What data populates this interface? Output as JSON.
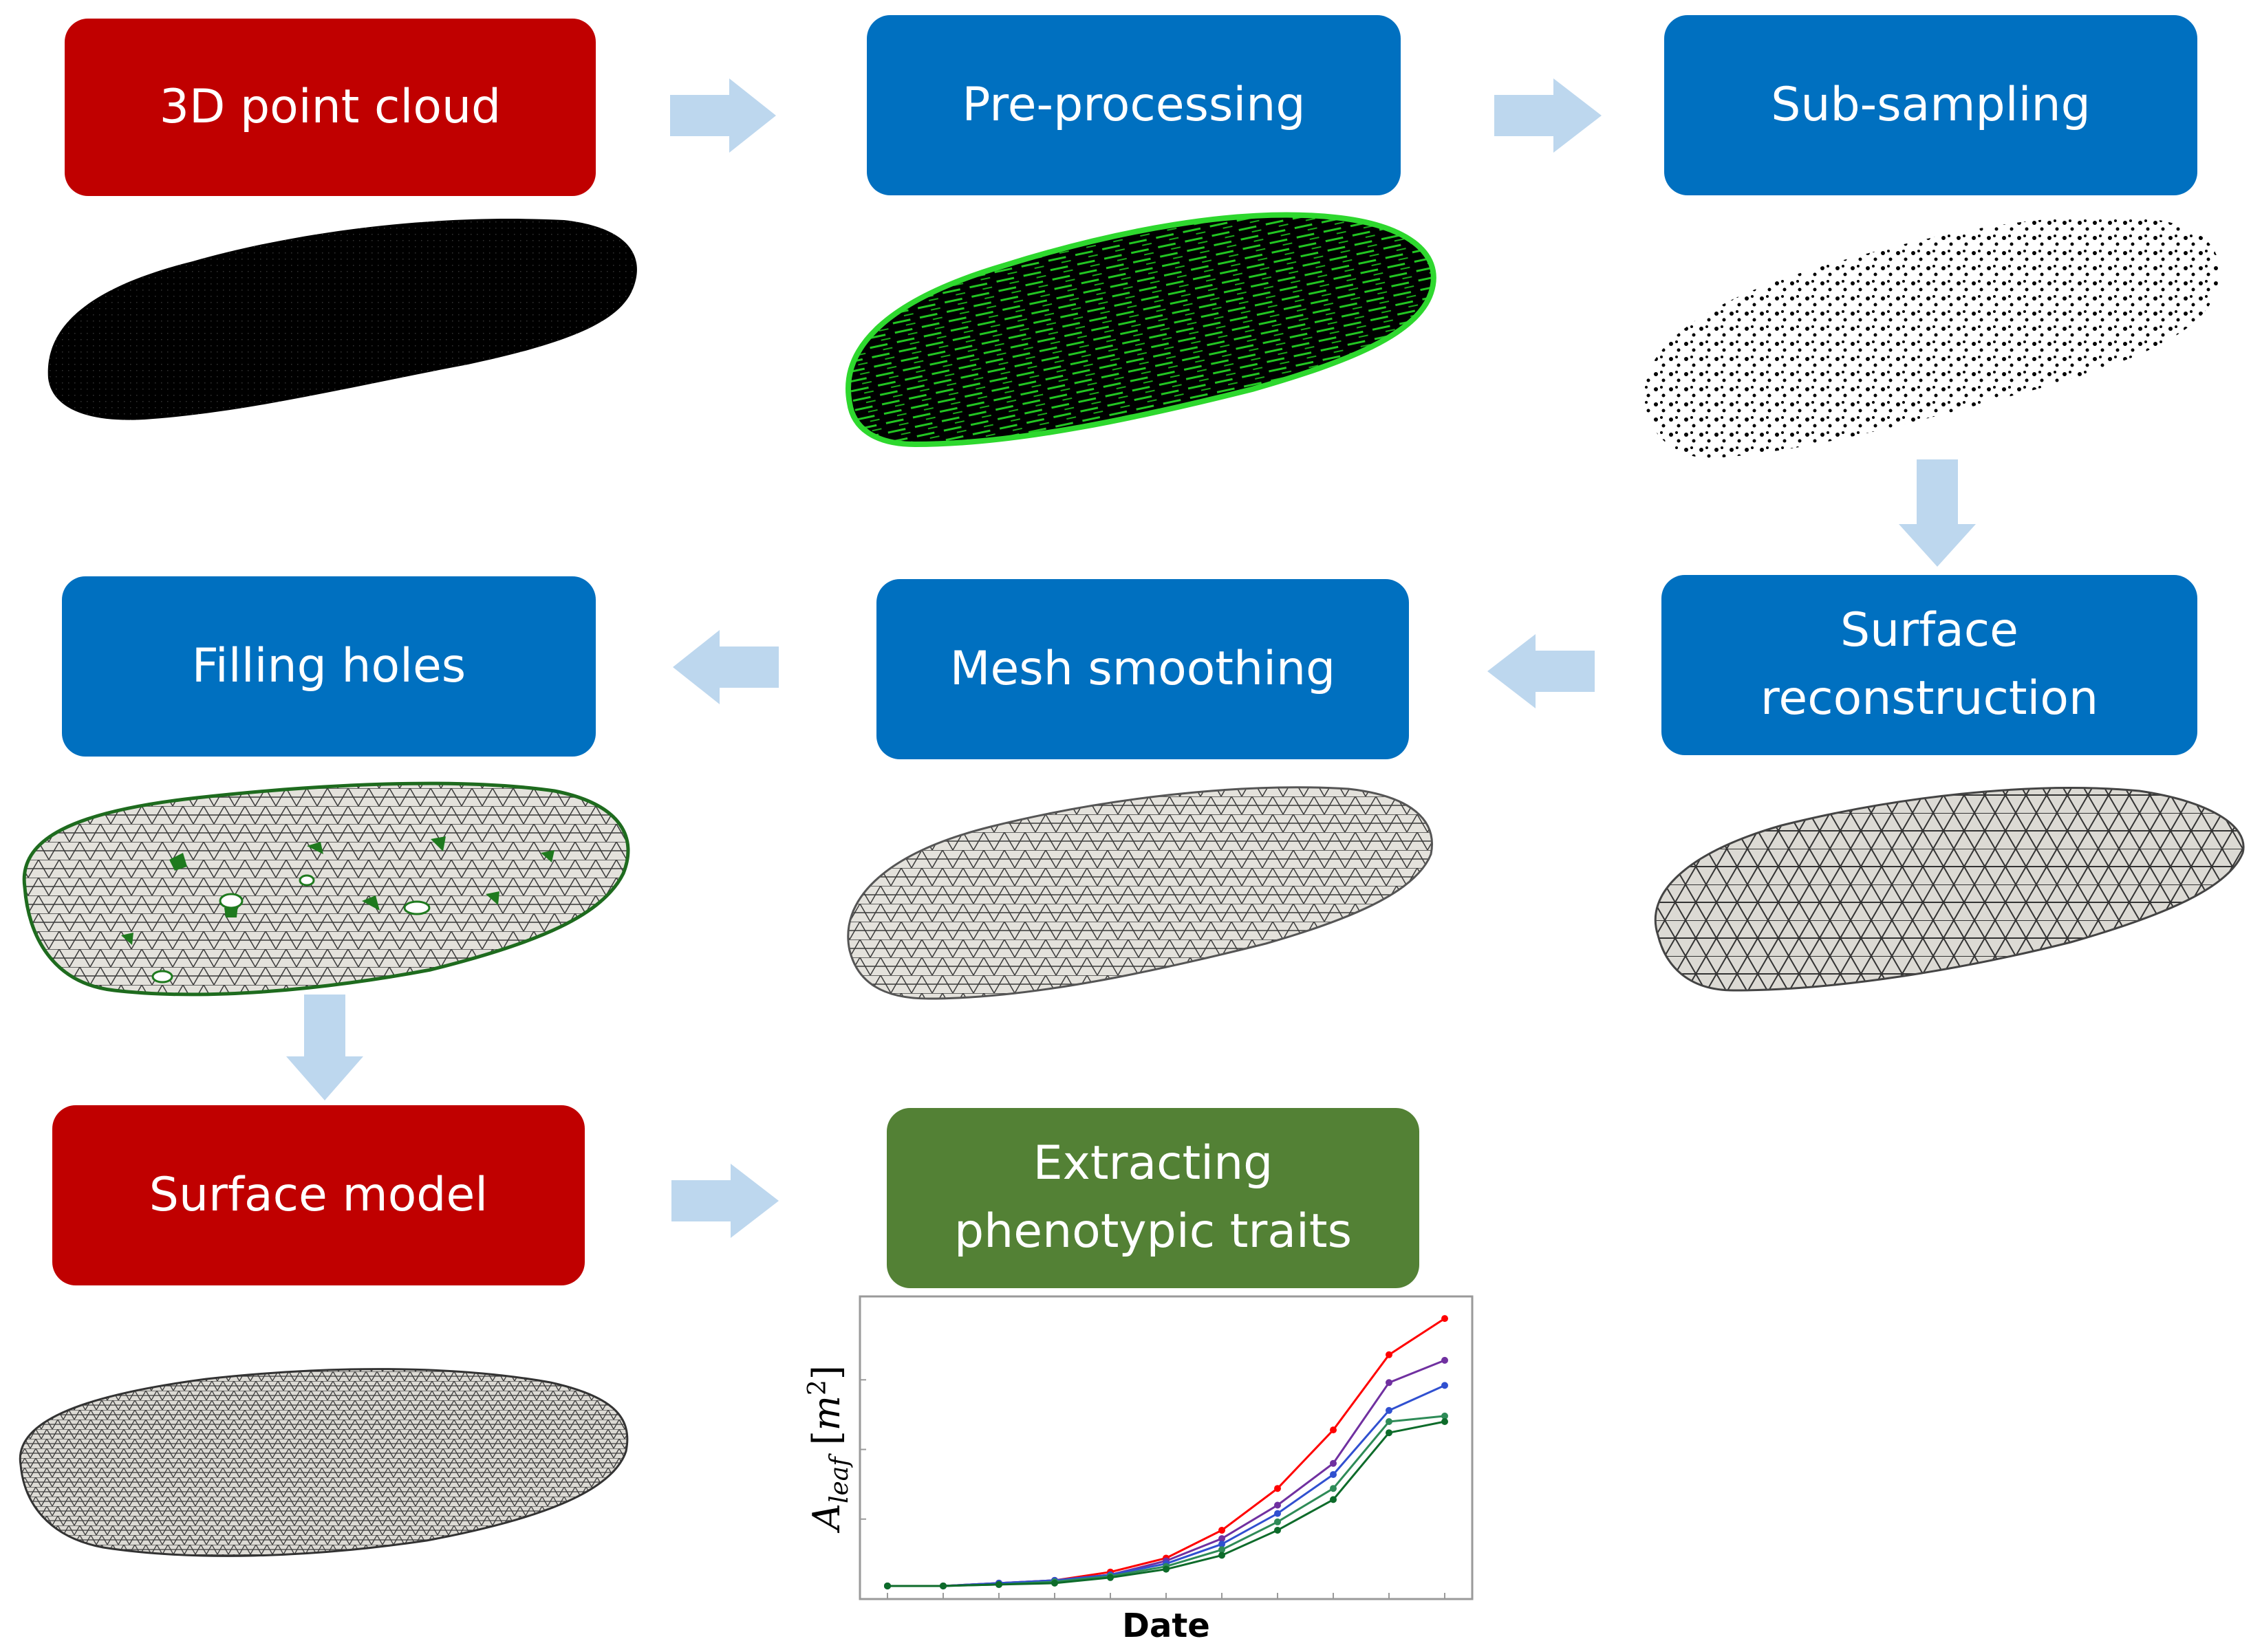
{
  "steps": {
    "point_cloud": "3D point cloud",
    "preprocessing": "Pre-processing",
    "subsampling": "Sub-sampling",
    "surface_reconstruction": [
      "Surface",
      "reconstruction"
    ],
    "mesh_smoothing": "Mesh smoothing",
    "filling_holes": "Filling holes",
    "surface_model": "Surface model",
    "extracting_traits": [
      "Extracting",
      "phenotypic traits"
    ]
  },
  "colors": {
    "input_output": "#c00000",
    "process": "#0070c0",
    "analysis": "#538135",
    "arrow": "#bdd7ee"
  },
  "chart_data": {
    "type": "line",
    "xlabel": "Date",
    "ylabel": "A_leaf [m^2]",
    "x": [
      1,
      2,
      3,
      4,
      5,
      6,
      7,
      8,
      9,
      10,
      11
    ],
    "ylim": [
      0,
      1
    ],
    "series": [
      {
        "color": "#ff0000",
        "values": [
          0.01,
          0.01,
          0.02,
          0.03,
          0.06,
          0.11,
          0.21,
          0.36,
          0.57,
          0.84,
          0.97
        ]
      },
      {
        "color": "#7030a0",
        "values": [
          0.01,
          0.01,
          0.02,
          0.03,
          0.05,
          0.1,
          0.18,
          0.3,
          0.45,
          0.74,
          0.82
        ]
      },
      {
        "color": "#3050d0",
        "values": [
          0.01,
          0.01,
          0.02,
          0.03,
          0.05,
          0.09,
          0.16,
          0.27,
          0.41,
          0.64,
          0.73
        ]
      },
      {
        "color": "#2e8b57",
        "values": [
          0.01,
          0.01,
          0.015,
          0.025,
          0.045,
          0.08,
          0.14,
          0.24,
          0.36,
          0.6,
          0.62
        ]
      },
      {
        "color": "#0d6b2a",
        "values": [
          0.01,
          0.01,
          0.015,
          0.02,
          0.04,
          0.07,
          0.12,
          0.21,
          0.32,
          0.56,
          0.6
        ]
      }
    ]
  }
}
